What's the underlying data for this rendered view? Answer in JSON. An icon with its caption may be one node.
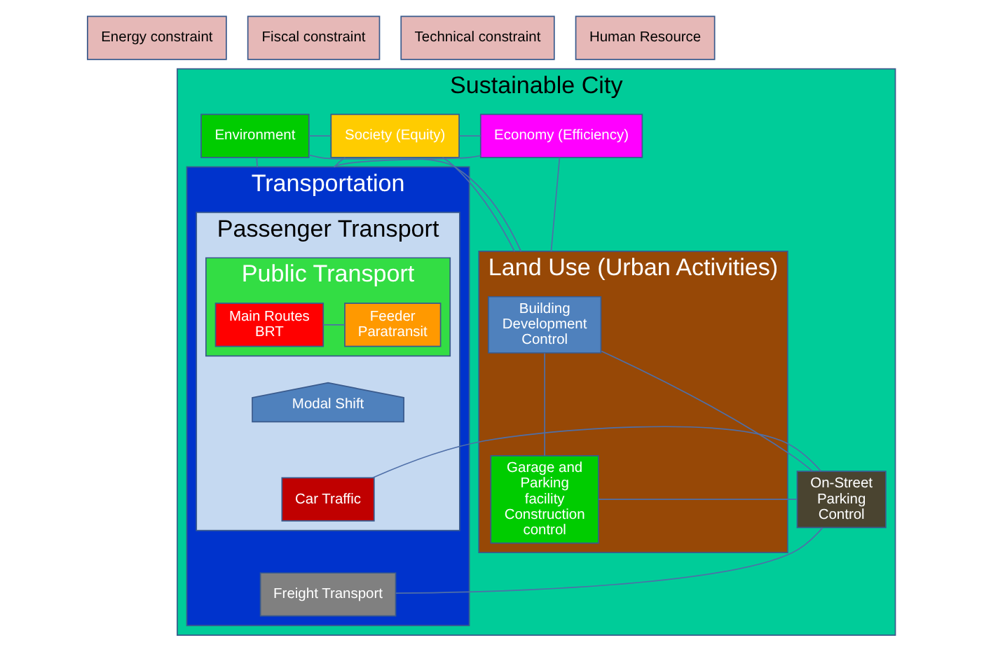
{
  "diagram": {
    "nodes": [
      {
        "text": [
          "Energy constraint"
        ]
      },
      {
        "text": [
          "Fiscal constraint"
        ]
      },
      {
        "text": [
          "Technical constraint"
        ]
      },
      {
        "text": [
          "Human Resource"
        ]
      },
      {
        "text": [
          "Sustainable City"
        ]
      },
      {
        "text": [
          "Environment"
        ],
        "in": 4
      },
      {
        "text": [
          "Society (Equity)"
        ],
        "in": 4
      },
      {
        "text": [
          "Economy (Efficiency)"
        ],
        "in": 4
      },
      {
        "text": [
          "Transportation"
        ],
        "in": 4
      },
      {
        "text": [
          "Passenger Transport"
        ],
        "in": 8
      },
      {
        "text": [
          "Public Transport"
        ],
        "in": 9
      },
      {
        "text": [
          "Main Routes BRT"
        ],
        "in": 10
      },
      {
        "text": [
          "Feeder Paratransit"
        ],
        "in": 10
      },
      {
        "text": [
          "Modal Shift"
        ],
        "in": 9
      },
      {
        "text": [
          "Car Traffic"
        ],
        "in": 9
      },
      {
        "text": [
          "Freight Transport"
        ],
        "in": 8
      },
      {
        "text": [
          "On-Street Parking Control"
        ],
        "in": 4
      },
      {
        "text": [
          "Land Use (Urban Activities)"
        ],
        "in": 4
      },
      {
        "text": [
          "Building Development Control"
        ],
        "in": 17
      },
      {
        "text": [
          "Garage and Parking facility Construction control"
        ],
        "in": 17
      }
    ],
    "edges": [
      {
        "from": 5,
        "to": 6,
        "arrow": "none"
      },
      {
        "from": 6,
        "to": 7,
        "arrow": "none"
      },
      {
        "from": 5,
        "to": 8,
        "arrow": "none"
      },
      {
        "from": 5,
        "to": 17,
        "arrow": "none"
      },
      {
        "from": 6,
        "to": 8,
        "arrow": "none"
      },
      {
        "from": 6,
        "to": 17,
        "arrow": "none"
      },
      {
        "from": 7,
        "to": 8,
        "arrow": "none"
      },
      {
        "from": 7,
        "to": 17,
        "arrow": "none"
      },
      {
        "from": 11,
        "to": 12,
        "arrow": "none"
      },
      {
        "from": 14,
        "to": 16,
        "arrow": "none"
      },
      {
        "from": 15,
        "to": 16,
        "arrow": "none"
      },
      {
        "from": 16,
        "to": 18,
        "arrow": "none"
      },
      {
        "from": 16,
        "to": 19,
        "arrow": "none"
      },
      {
        "from": 18,
        "to": 19,
        "arrow": "none"
      }
    ]
  }
}
